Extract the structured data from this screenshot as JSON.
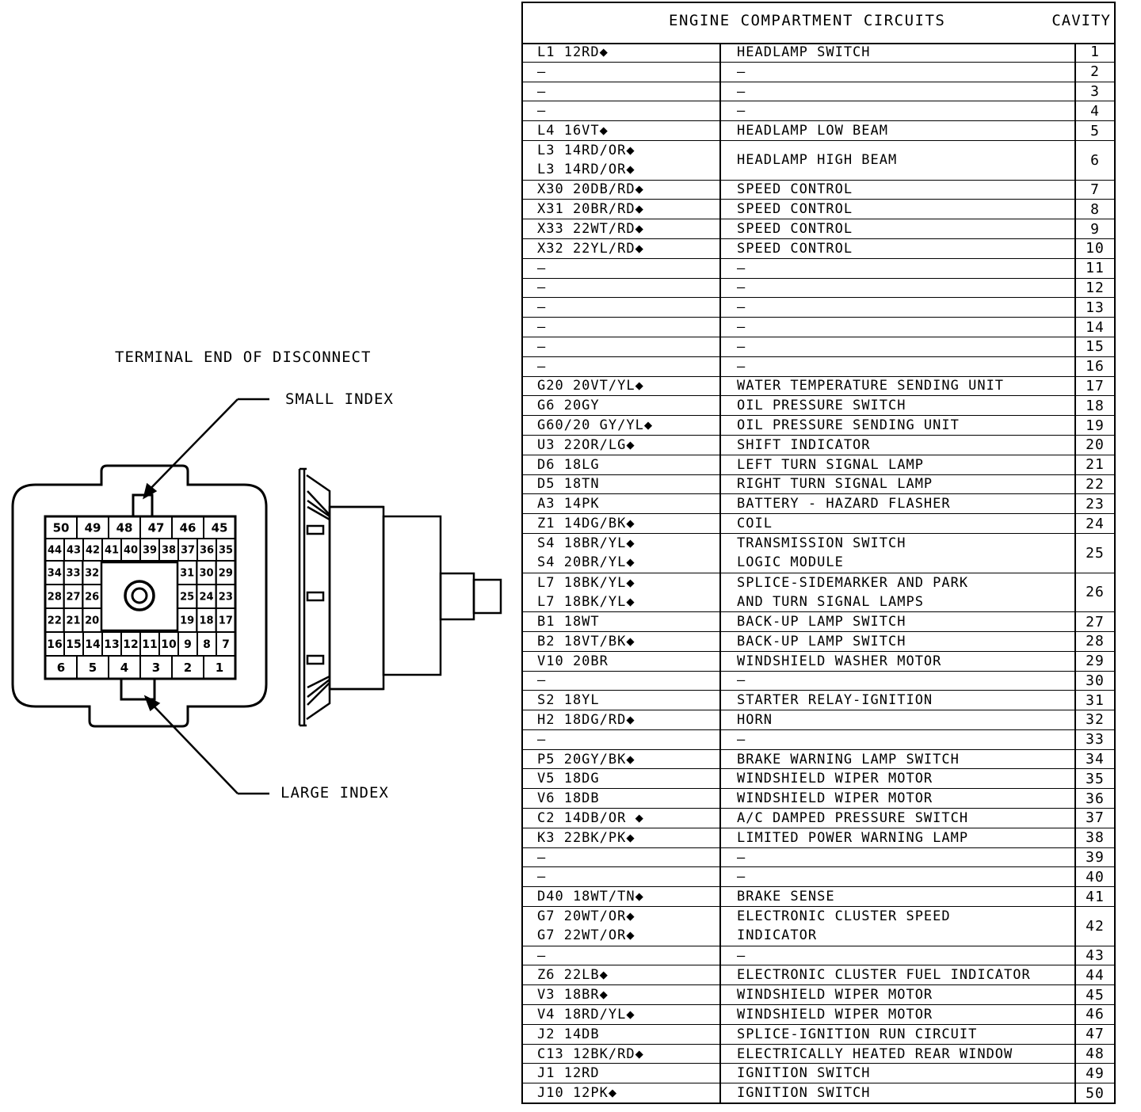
{
  "diagram": {
    "title": "TERMINAL END OF DISCONNECT",
    "small_index_label": "SMALL INDEX",
    "large_index_label": "LARGE INDEX",
    "pins_row1": [
      "50",
      "49",
      "48",
      "47",
      "46",
      "45"
    ],
    "pins_row2": [
      "44",
      "43",
      "42",
      "41",
      "40",
      "39",
      "38",
      "37",
      "36",
      "35"
    ],
    "pins_row3_left": [
      "34",
      "33",
      "32"
    ],
    "pins_row3_right": [
      "31",
      "30",
      "29"
    ],
    "pins_row4_left": [
      "28",
      "27",
      "26"
    ],
    "pins_row4_right": [
      "25",
      "24",
      "23"
    ],
    "pins_row5_left": [
      "22",
      "21",
      "20"
    ],
    "pins_row5_right": [
      "19",
      "18",
      "17"
    ],
    "pins_row6": [
      "16",
      "15",
      "14",
      "13",
      "12",
      "11",
      "10",
      "9",
      "8",
      "7"
    ],
    "pins_row7": [
      "6",
      "5",
      "4",
      "3",
      "2",
      "1"
    ]
  },
  "table": {
    "title": "ENGINE COMPARTMENT CIRCUITS",
    "cavity_header": "CAVITY",
    "rows": [
      {
        "circuit": [
          "L1 12RD◆"
        ],
        "function": [
          "HEADLAMP SWITCH"
        ],
        "cavity": "1"
      },
      {
        "circuit": [
          "—"
        ],
        "function": [
          "—"
        ],
        "cavity": "2"
      },
      {
        "circuit": [
          "—"
        ],
        "function": [
          "—"
        ],
        "cavity": "3"
      },
      {
        "circuit": [
          "—"
        ],
        "function": [
          "—"
        ],
        "cavity": "4"
      },
      {
        "circuit": [
          "L4 16VT◆"
        ],
        "function": [
          "HEADLAMP LOW BEAM"
        ],
        "cavity": "5"
      },
      {
        "circuit": [
          "L3 14RD/OR◆",
          "L3 14RD/OR◆"
        ],
        "function": [
          "HEADLAMP HIGH BEAM"
        ],
        "cavity": "6"
      },
      {
        "circuit": [
          "X30 20DB/RD◆"
        ],
        "function": [
          "SPEED CONTROL"
        ],
        "cavity": "7"
      },
      {
        "circuit": [
          "X31 20BR/RD◆"
        ],
        "function": [
          "SPEED CONTROL"
        ],
        "cavity": "8"
      },
      {
        "circuit": [
          "X33 22WT/RD◆"
        ],
        "function": [
          "SPEED CONTROL"
        ],
        "cavity": "9"
      },
      {
        "circuit": [
          "X32 22YL/RD◆"
        ],
        "function": [
          "SPEED CONTROL"
        ],
        "cavity": "10"
      },
      {
        "circuit": [
          "—"
        ],
        "function": [
          "—"
        ],
        "cavity": "11"
      },
      {
        "circuit": [
          "—"
        ],
        "function": [
          "—"
        ],
        "cavity": "12"
      },
      {
        "circuit": [
          "—"
        ],
        "function": [
          "—"
        ],
        "cavity": "13"
      },
      {
        "circuit": [
          "—"
        ],
        "function": [
          "—"
        ],
        "cavity": "14"
      },
      {
        "circuit": [
          "—"
        ],
        "function": [
          "—"
        ],
        "cavity": "15"
      },
      {
        "circuit": [
          "—"
        ],
        "function": [
          "—"
        ],
        "cavity": "16"
      },
      {
        "circuit": [
          "G20 20VT/YL◆"
        ],
        "function": [
          "WATER TEMPERATURE SENDING UNIT"
        ],
        "cavity": "17"
      },
      {
        "circuit": [
          "G6 20GY"
        ],
        "function": [
          "OIL PRESSURE SWITCH"
        ],
        "cavity": "18"
      },
      {
        "circuit": [
          "G60/20 GY/YL◆"
        ],
        "function": [
          "OIL PRESSURE SENDING UNIT"
        ],
        "cavity": "19"
      },
      {
        "circuit": [
          "U3 22OR/LG◆"
        ],
        "function": [
          "SHIFT INDICATOR"
        ],
        "cavity": "20"
      },
      {
        "circuit": [
          "D6 18LG"
        ],
        "function": [
          "LEFT TURN SIGNAL LAMP"
        ],
        "cavity": "21"
      },
      {
        "circuit": [
          "D5 18TN"
        ],
        "function": [
          "RIGHT TURN SIGNAL LAMP"
        ],
        "cavity": "22"
      },
      {
        "circuit": [
          "A3 14PK"
        ],
        "function": [
          "BATTERY - HAZARD FLASHER"
        ],
        "cavity": "23"
      },
      {
        "circuit": [
          "Z1 14DG/BK◆"
        ],
        "function": [
          "COIL"
        ],
        "cavity": "24"
      },
      {
        "circuit": [
          "S4 18BR/YL◆",
          "S4 20BR/YL◆"
        ],
        "function": [
          "TRANSMISSION SWITCH",
          "LOGIC MODULE"
        ],
        "cavity": "25"
      },
      {
        "circuit": [
          "L7 18BK/YL◆",
          "L7 18BK/YL◆"
        ],
        "function": [
          "SPLICE-SIDEMARKER AND PARK",
          "AND TURN SIGNAL LAMPS"
        ],
        "cavity": "26"
      },
      {
        "circuit": [
          "B1 18WT"
        ],
        "function": [
          "BACK-UP LAMP SWITCH"
        ],
        "cavity": "27"
      },
      {
        "circuit": [
          "B2 18VT/BK◆"
        ],
        "function": [
          "BACK-UP LAMP SWITCH"
        ],
        "cavity": "28"
      },
      {
        "circuit": [
          "V10 20BR"
        ],
        "function": [
          "WINDSHIELD WASHER MOTOR"
        ],
        "cavity": "29"
      },
      {
        "circuit": [
          "—"
        ],
        "function": [
          "—"
        ],
        "cavity": "30"
      },
      {
        "circuit": [
          "S2 18YL"
        ],
        "function": [
          "STARTER RELAY-IGNITION"
        ],
        "cavity": "31"
      },
      {
        "circuit": [
          "H2 18DG/RD◆"
        ],
        "function": [
          "HORN"
        ],
        "cavity": "32"
      },
      {
        "circuit": [
          "—"
        ],
        "function": [
          "—"
        ],
        "cavity": "33"
      },
      {
        "circuit": [
          "P5 20GY/BK◆"
        ],
        "function": [
          "BRAKE WARNING LAMP SWITCH"
        ],
        "cavity": "34"
      },
      {
        "circuit": [
          "V5 18DG"
        ],
        "function": [
          "WINDSHIELD WIPER MOTOR"
        ],
        "cavity": "35"
      },
      {
        "circuit": [
          "V6 18DB"
        ],
        "function": [
          "WINDSHIELD WIPER MOTOR"
        ],
        "cavity": "36"
      },
      {
        "circuit": [
          "C2 14DB/OR ◆"
        ],
        "function": [
          "A/C DAMPED PRESSURE SWITCH"
        ],
        "cavity": "37"
      },
      {
        "circuit": [
          "K3 22BK/PK◆"
        ],
        "function": [
          "LIMITED POWER WARNING LAMP"
        ],
        "cavity": "38"
      },
      {
        "circuit": [
          "—"
        ],
        "function": [
          "—"
        ],
        "cavity": "39"
      },
      {
        "circuit": [
          "—"
        ],
        "function": [
          "—"
        ],
        "cavity": "40"
      },
      {
        "circuit": [
          "D40 18WT/TN◆"
        ],
        "function": [
          "BRAKE SENSE"
        ],
        "cavity": "41"
      },
      {
        "circuit": [
          "G7 20WT/OR◆",
          "G7 22WT/OR◆"
        ],
        "function": [
          "ELECTRONIC CLUSTER SPEED",
          "INDICATOR"
        ],
        "cavity": "42"
      },
      {
        "circuit": [
          "—"
        ],
        "function": [
          "—"
        ],
        "cavity": "43"
      },
      {
        "circuit": [
          "Z6 22LB◆"
        ],
        "function": [
          "ELECTRONIC CLUSTER FUEL INDICATOR"
        ],
        "cavity": "44"
      },
      {
        "circuit": [
          "V3 18BR◆"
        ],
        "function": [
          "WINDSHIELD WIPER MOTOR"
        ],
        "cavity": "45"
      },
      {
        "circuit": [
          "V4 18RD/YL◆"
        ],
        "function": [
          "WINDSHIELD WIPER MOTOR"
        ],
        "cavity": "46"
      },
      {
        "circuit": [
          "J2 14DB"
        ],
        "function": [
          "SPLICE-IGNITION RUN CIRCUIT"
        ],
        "cavity": "47"
      },
      {
        "circuit": [
          "C13 12BK/RD◆"
        ],
        "function": [
          "ELECTRICALLY HEATED REAR WINDOW"
        ],
        "cavity": "48"
      },
      {
        "circuit": [
          "J1 12RD"
        ],
        "function": [
          "IGNITION SWITCH"
        ],
        "cavity": "49"
      },
      {
        "circuit": [
          "J10 12PK◆"
        ],
        "function": [
          "IGNITION SWITCH"
        ],
        "cavity": "50"
      }
    ]
  }
}
